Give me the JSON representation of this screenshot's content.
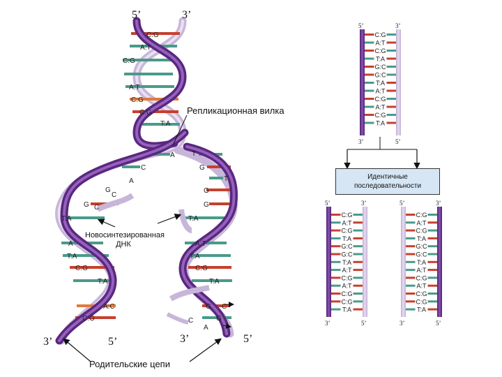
{
  "labels": {
    "replication_fork": "Репликационная вилка",
    "new_dna_line1": "Новосинтезированная",
    "new_dna_line2": "ДНК",
    "parent_strands": "Родительские цепи",
    "identical_line1": "Идентичные",
    "identical_line2": "последовательности",
    "five_prime": "5’",
    "three_prime": "3’"
  },
  "top_ladder_pairs": [
    "C:G",
    "A:T",
    "C:G",
    "T:A",
    "G:C",
    "G:C",
    "T:A",
    "A:T",
    "C:G",
    "A:T",
    "C:G",
    "T:A"
  ],
  "daughter_left_pairs": [
    "C:G",
    "A:T",
    "C:G",
    "T:A",
    "G:C",
    "G:C",
    "T:A",
    "A:T",
    "C:G",
    "A:T",
    "C:G",
    "C:G",
    "T:A"
  ],
  "daughter_right_pairs": [
    "C:G",
    "A:T",
    "C:G",
    "T:A",
    "G:C",
    "G:C",
    "T:A",
    "A:T",
    "C:G",
    "A:T",
    "C:G",
    "C:G",
    "T:A"
  ],
  "helix_top_pairs": [
    "C:G",
    "A:T",
    "C:G",
    "A:T",
    "C:G",
    "C:G",
    "T:A"
  ],
  "fork_bases": [
    "A",
    "C",
    "A",
    "G",
    "C",
    "G",
    "C",
    "T",
    "G",
    "T",
    "G",
    "T:A"
  ],
  "left_daughter_helix": [
    "T:A",
    "A:T",
    "T:A",
    "C:G",
    "T:A",
    "A:C",
    "C:G"
  ],
  "right_daughter_helix": [
    "A:T",
    "A:T",
    "T:A",
    "C:G",
    "T:A",
    "G",
    "C",
    "G",
    "A",
    "C"
  ],
  "colors": {
    "purple": "#6b2f8e",
    "light_purple": "#c6b3d8",
    "red": "#c7402d",
    "teal": "#4a9a8a",
    "orange": "#e07a3b"
  }
}
